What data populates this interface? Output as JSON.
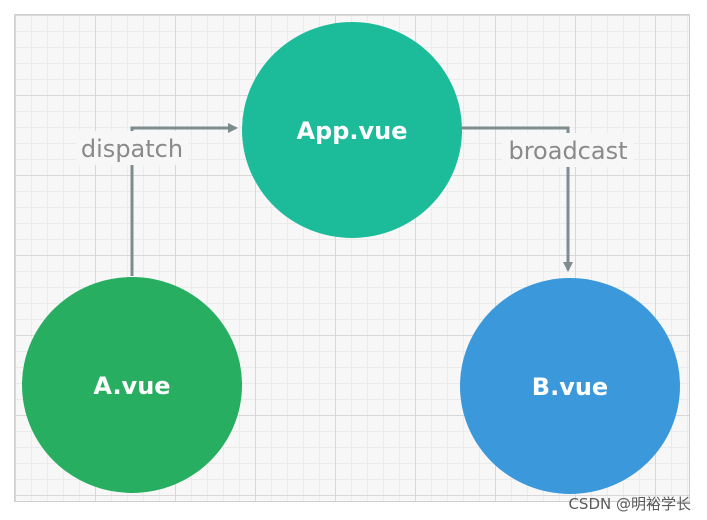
{
  "colors": {
    "app_node": "#1cbc9a",
    "a_node": "#27ae60",
    "b_node": "#3a98db",
    "edge": "#7f8c8d",
    "edge_label": "#8a8a8a",
    "node_text": "#ffffff"
  },
  "nodes": {
    "app": {
      "label": "App.vue"
    },
    "a": {
      "label": "A.vue"
    },
    "b": {
      "label": "B.vue"
    }
  },
  "edges": {
    "dispatch": {
      "label": "dispatch",
      "from": "A.vue",
      "to": "App.vue"
    },
    "broadcast": {
      "label": "broadcast",
      "from": "App.vue",
      "to": "B.vue"
    }
  },
  "watermark": "CSDN @明裕学长"
}
